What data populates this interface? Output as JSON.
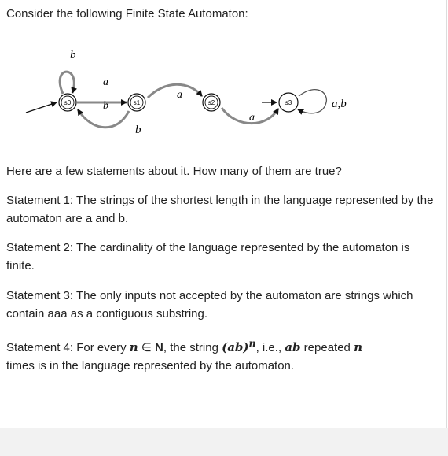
{
  "intro": "Consider the following Finite State Automaton:",
  "diagram": {
    "states": [
      "s0",
      "s1",
      "s2",
      "s3"
    ],
    "transitions": [
      {
        "from": "s0",
        "to": "s0",
        "label": "b"
      },
      {
        "from": "s0",
        "to": "s1",
        "label_upper": "a",
        "label_lower": "b"
      },
      {
        "from": "s1",
        "to": "s0",
        "label": "b"
      },
      {
        "from": "s1",
        "to": "s2",
        "label": "a"
      },
      {
        "from": "s2",
        "to": "s3",
        "label": "a"
      },
      {
        "from": "s3",
        "to": "s3",
        "label": "a,b"
      }
    ],
    "initial_state": "s0",
    "accepting_states": [
      "s1",
      "s2"
    ]
  },
  "question": "Here are a few statements about it. How many of them are true?",
  "statements": {
    "s1": "Statement 1: The strings of the shortest length in the language represented by the automaton are a and b.",
    "s2": "Statement 2: The cardinality of the language represented by the automaton is finite.",
    "s3": "Statement 3: The only inputs not accepted by the automaton are strings which contain aaa as a contiguous substring.",
    "s4": {
      "prefix": "Statement 4: For every ",
      "n": "n",
      "in_symbol": " ∈ ",
      "naturals": "N",
      "mid": ", the string ",
      "ab_power": "(ab)",
      "exponent": "n",
      "ie": ", i.e., ",
      "ab": "ab",
      "repeated": " repeated ",
      "n2": "n",
      "suffix": "times is in the language represented by the automaton."
    }
  }
}
